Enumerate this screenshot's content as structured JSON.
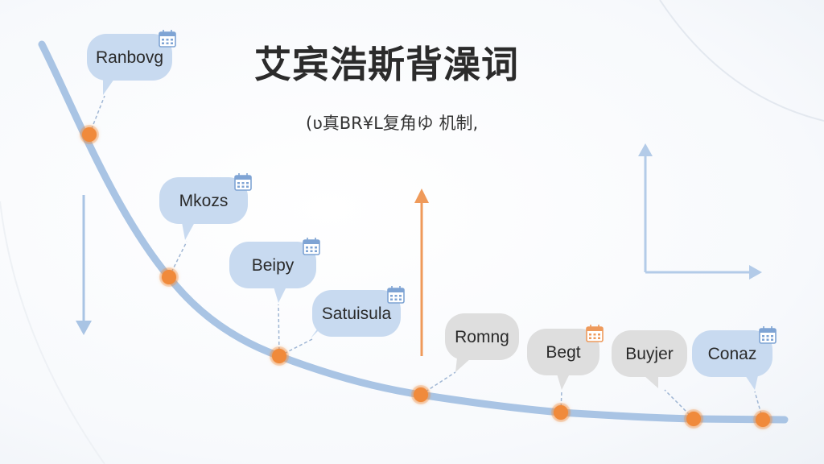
{
  "title": "艾宾浩斯背澡词",
  "subtitle": "(ʋ真BR¥L复角ゆ 机制,",
  "colors": {
    "curve": "#a9c4e4",
    "point": "#f08a3a",
    "arrow_orange": "#ef9a5a",
    "arrow_blue": "#a9c4e4",
    "bubble_blue": "#c8daf0",
    "bubble_gray": "#dedede",
    "calendar_blue": "#7fa4d4",
    "calendar_orange": "#ee9a5c"
  },
  "milestones": [
    {
      "label": "Ranbovg",
      "style": "blue",
      "calendar": "blue"
    },
    {
      "label": "Mkozs",
      "style": "blue",
      "calendar": "blue"
    },
    {
      "label": "Beipy",
      "style": "blue",
      "calendar": "blue"
    },
    {
      "label": "Satuisula",
      "style": "blue",
      "calendar": "blue"
    },
    {
      "label": "Romng",
      "style": "gray",
      "calendar": "none"
    },
    {
      "label": "Begt",
      "style": "gray",
      "calendar": "orange"
    },
    {
      "label": "Buyjer",
      "style": "gray",
      "calendar": "none"
    },
    {
      "label": "Conaz",
      "style": "blue",
      "calendar": "blue"
    }
  ],
  "icons": {
    "calendar": "calendar-icon",
    "down_arrow": "down-arrow-icon",
    "up_arrow": "up-arrow-icon",
    "axes": "axes-icon"
  }
}
